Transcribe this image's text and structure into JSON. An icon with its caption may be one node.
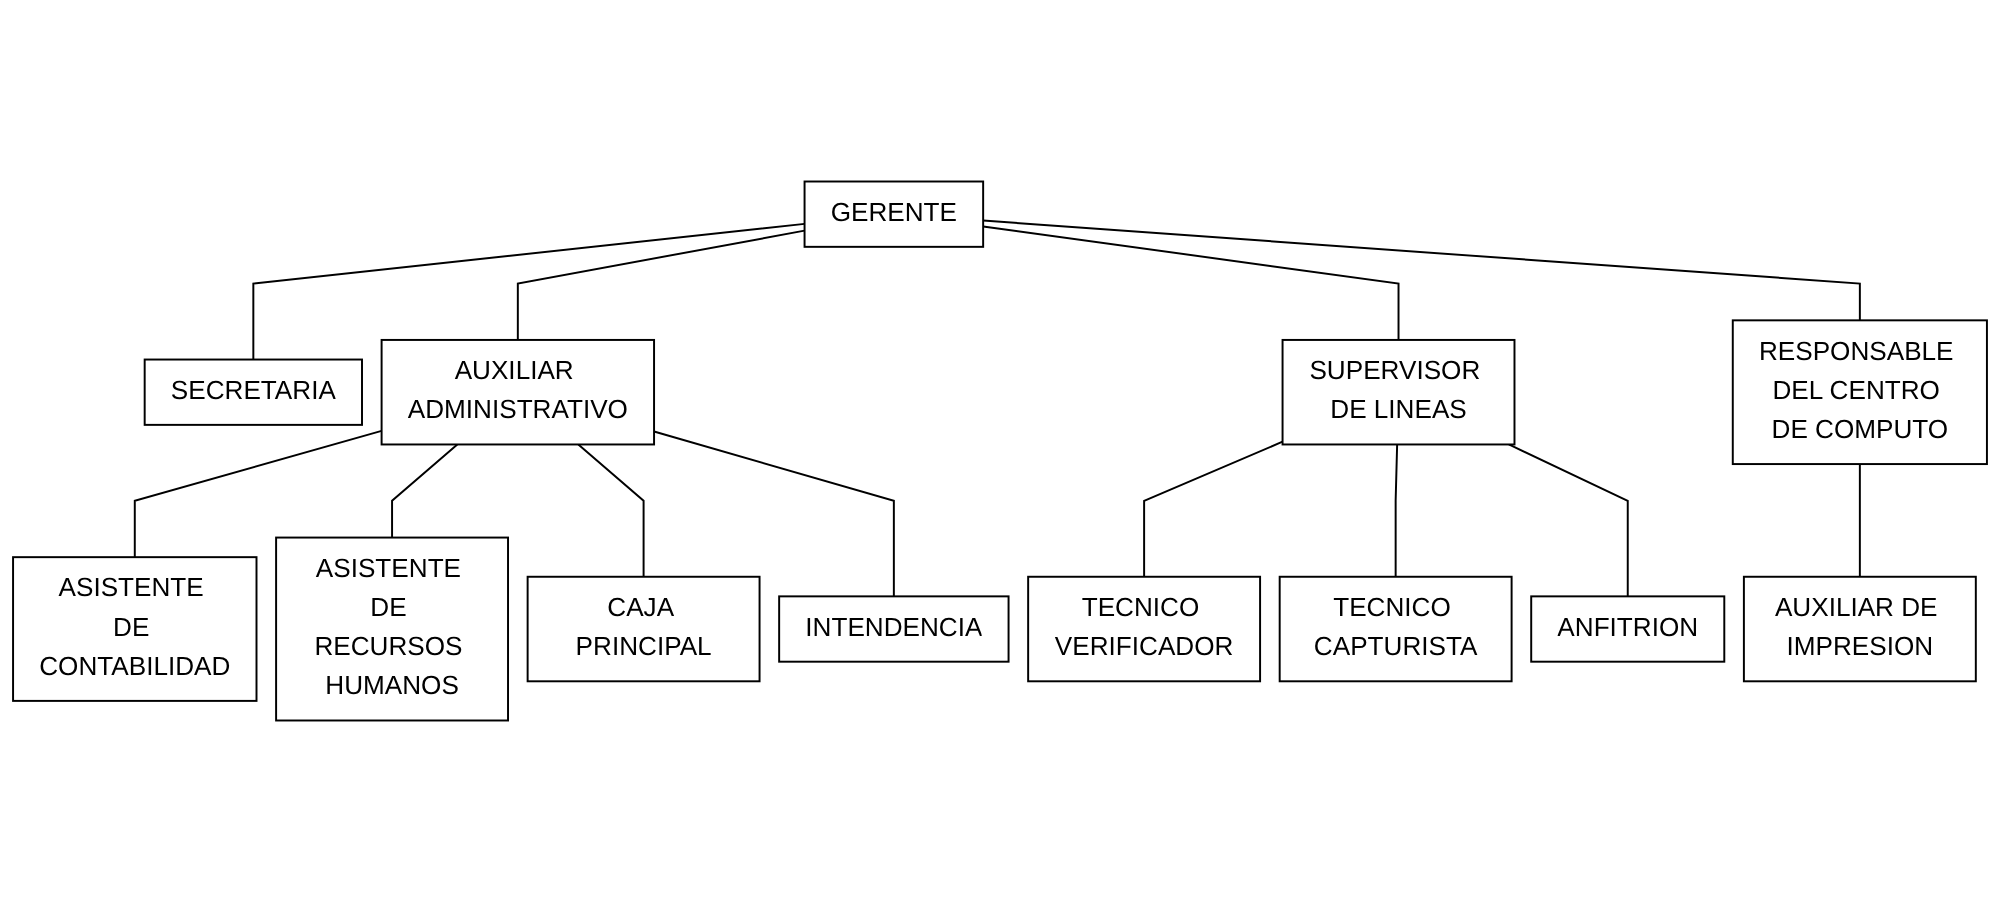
{
  "diagram": {
    "nodes": [
      {
        "text": [
          "GERENTE"
        ]
      },
      {
        "text": [
          "SECRETARIA"
        ]
      },
      {
        "text": [
          "AUXILIAR ADMINISTRATIVO"
        ]
      },
      {
        "text": [
          "SUPERVISOR DE LINEAS"
        ]
      },
      {
        "text": [
          "RESPONSABLE DEL CENTRO DE COMPUTO"
        ]
      },
      {
        "text": [
          "ASISTENTE DE CONTABILIDAD"
        ]
      },
      {
        "text": [
          "ASISTENTE DE RECURSOS HUMANOS"
        ]
      },
      {
        "text": [
          "CAJA PRINCIPAL"
        ]
      },
      {
        "text": [
          "INTENDENCIA"
        ]
      },
      {
        "text": [
          "TECNICO VERIFICADOR"
        ]
      },
      {
        "text": [
          "TECNICO CAPTURISTA"
        ]
      },
      {
        "text": [
          "ANFITRION"
        ]
      },
      {
        "text": [
          "AUXILIAR DE IMPRESION"
        ]
      }
    ],
    "edges": [
      {
        "from": 0,
        "to": 1,
        "arrow": "none"
      },
      {
        "from": 0,
        "to": 2,
        "arrow": "none"
      },
      {
        "from": 0,
        "to": 3,
        "arrow": "none"
      },
      {
        "from": 0,
        "to": 4,
        "arrow": "none"
      },
      {
        "from": 2,
        "to": 5,
        "arrow": "none"
      },
      {
        "from": 2,
        "to": 6,
        "arrow": "none"
      },
      {
        "from": 2,
        "to": 7,
        "arrow": "none"
      },
      {
        "from": 2,
        "to": 8,
        "arrow": "none"
      },
      {
        "from": 3,
        "to": 9,
        "arrow": "none"
      },
      {
        "from": 3,
        "to": 10,
        "arrow": "none"
      },
      {
        "from": 3,
        "to": 11,
        "arrow": "none"
      },
      {
        "from": 4,
        "to": 12,
        "arrow": "none"
      }
    ]
  }
}
